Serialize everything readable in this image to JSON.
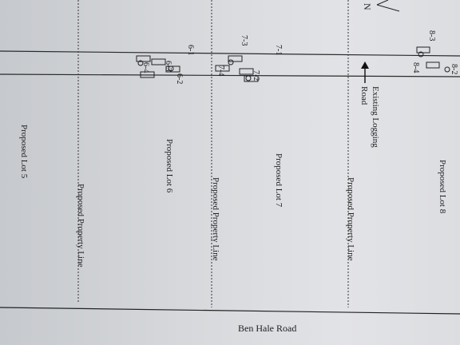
{
  "labels": {
    "lot8": "Proposed Lot 8",
    "lot7": "Proposed Lot 7",
    "lot6": "Proposed Lot 6",
    "lot5": "Proposed Lot 5",
    "property_line": "Proposed Property Line",
    "logging_road_line1": "Existing Logging",
    "logging_road_line2": "Road",
    "ben_hale_road": "Ben Hale Road",
    "north": "N"
  },
  "stakes": {
    "s8_3": "8-3",
    "s8_2": "8-2",
    "s8_4": "8-4",
    "s7_1": "7-1",
    "s7_3": "7-3",
    "s7_2": "7-2",
    "s7_4": "7-4",
    "s6_1": "6-1",
    "s6_3": "6-3",
    "s6_2": "6-2",
    "s6_4": "6-4"
  }
}
